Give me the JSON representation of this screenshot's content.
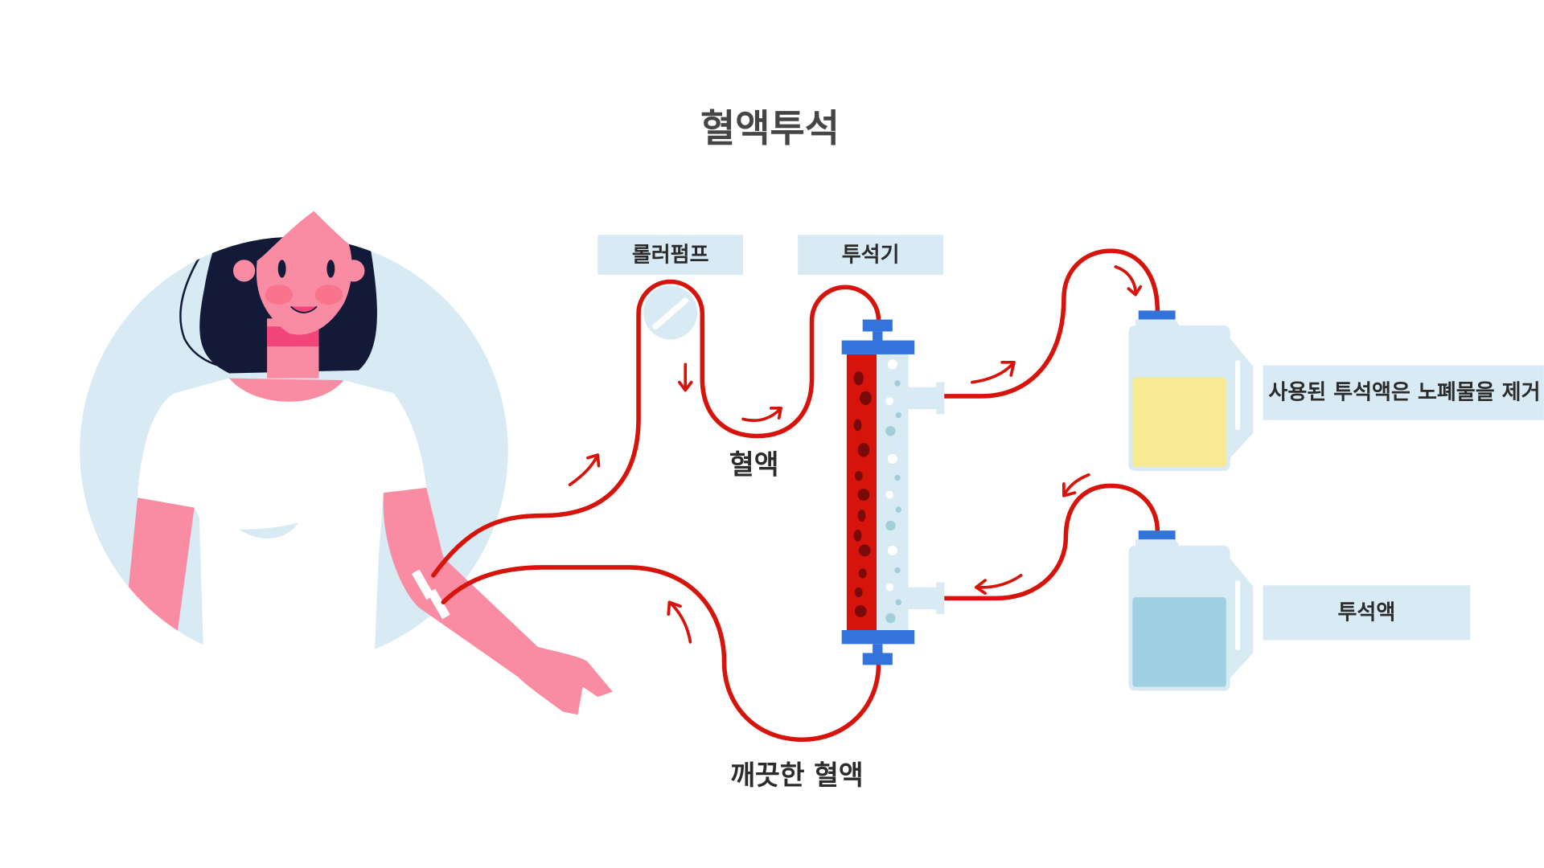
{
  "title": "혈액투석",
  "labels": {
    "roller_pump": "롤러펌프",
    "dialyzer": "투석기",
    "blood": "혈액",
    "clean_blood": "깨끗한 혈액",
    "used_dialysate": "사용된 투석액은 노폐물을 제거",
    "dialysate": "투석액"
  },
  "colors": {
    "tube": "#d7140b",
    "label_bg": "#d8eaf4",
    "connector": "#3274dc",
    "used_fluid": "#f8ea93",
    "fresh_fluid": "#9fd0e2",
    "hair": "#131a38",
    "skin": "#f98ba3"
  }
}
